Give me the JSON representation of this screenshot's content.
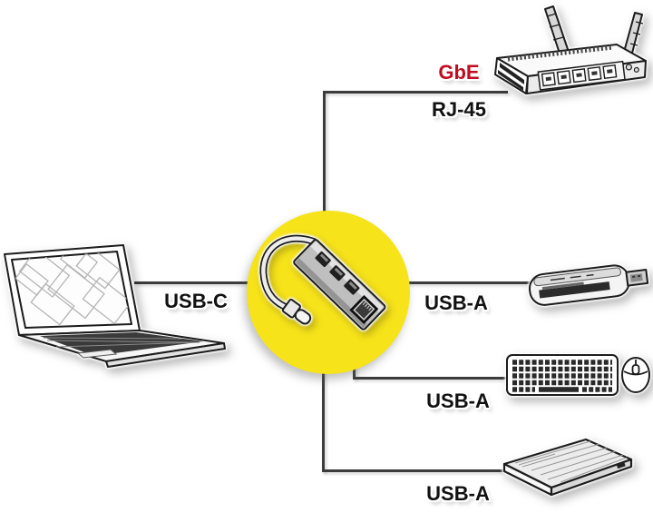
{
  "diagram": {
    "type": "product-connectivity-diagram",
    "background_color": "#ffffff",
    "line_color": "#3c3c3c",
    "label_color": "#111111",
    "highlight_circle_color": "#f6e31a",
    "gbe_label_color": "#c10d20",
    "hub": {
      "icon": "usb-c-hub-icon"
    },
    "connections": [
      {
        "port": "USB-C",
        "device_icon": "laptop-icon"
      },
      {
        "port": "RJ-45",
        "speed": "GbE",
        "device_icon": "wireless-router-icon"
      },
      {
        "port": "USB-A",
        "device_icon": "card-reader-icon"
      },
      {
        "port": "USB-A",
        "device_icon": "keyboard-mouse-icon"
      },
      {
        "port": "USB-A",
        "device_icon": "hard-drive-icon"
      }
    ]
  }
}
